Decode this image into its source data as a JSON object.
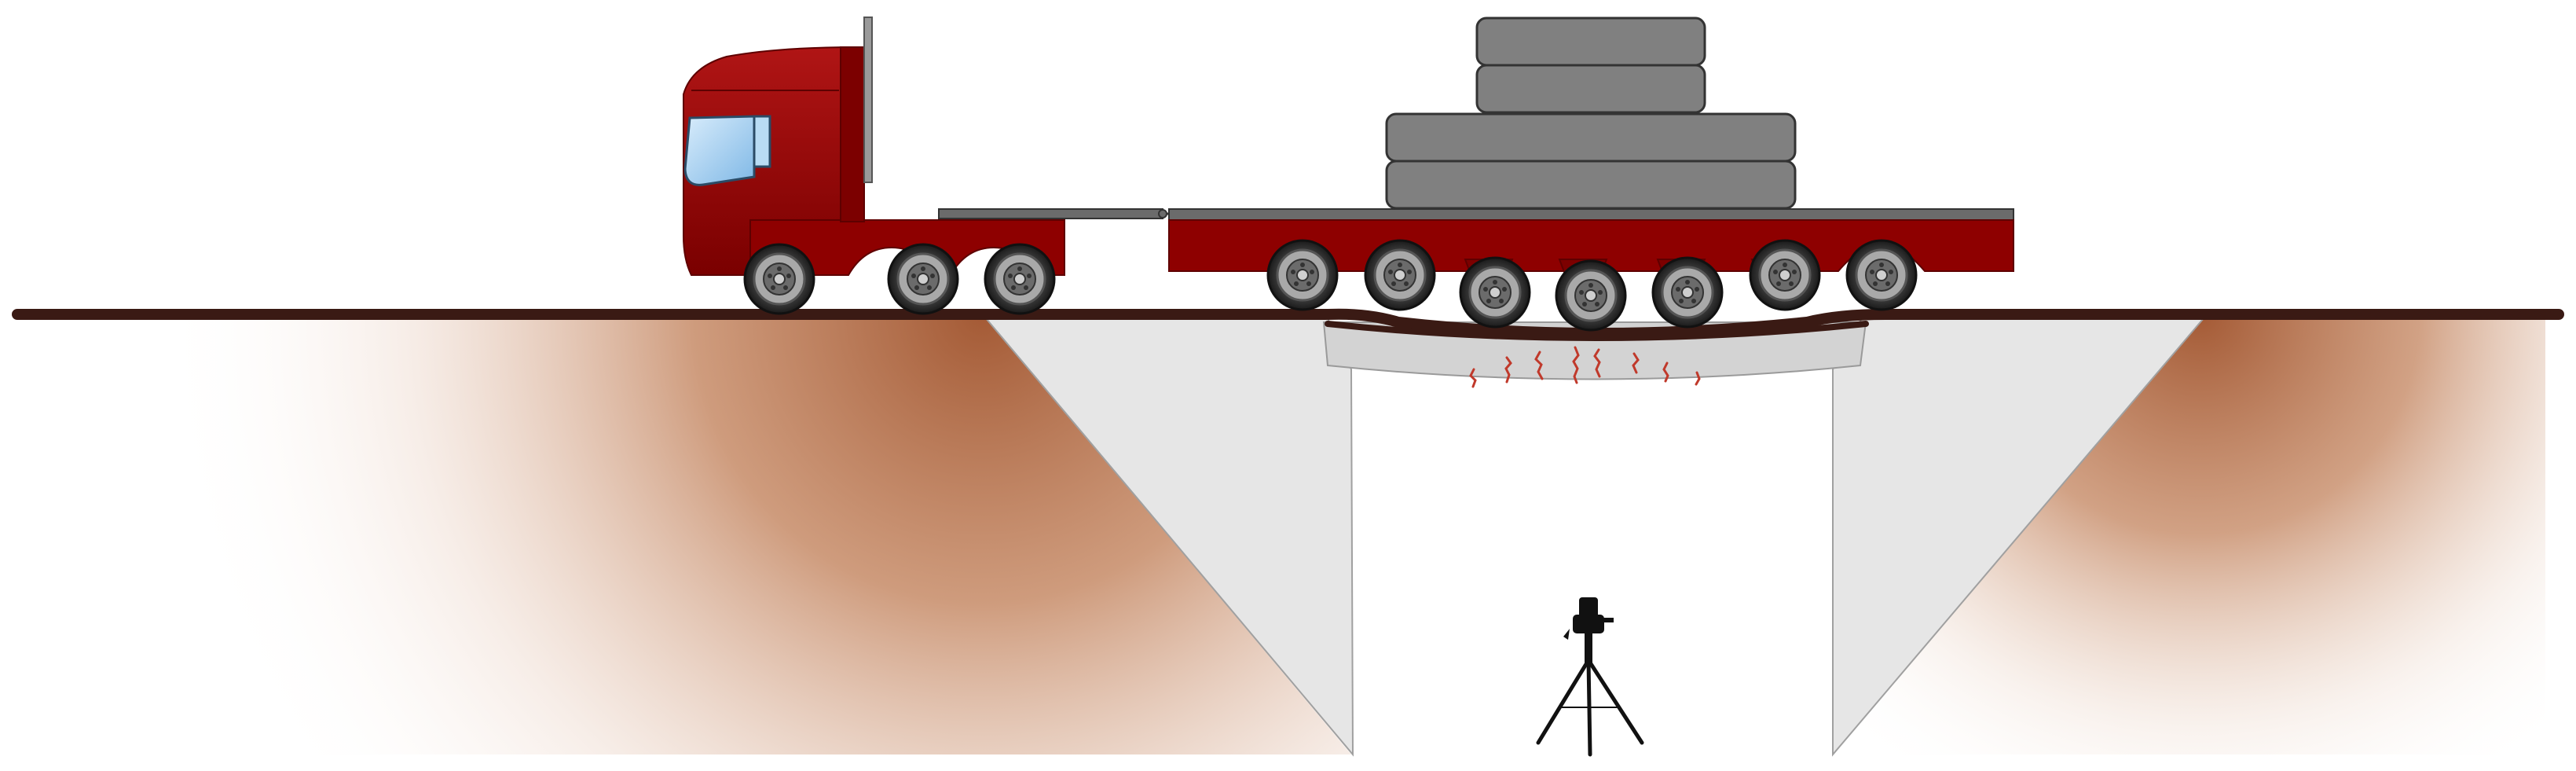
{
  "scene": {
    "title": "",
    "colors": {
      "vehicle_red": "#8e0000",
      "vehicle_red_dark": "#5e0000",
      "cargo_gray": "#808080",
      "road": "#3a1a14",
      "soil": "#b07050",
      "abutment": "#e8e8e8",
      "crack": "#c0392b",
      "window": "#a8d4f5"
    },
    "elements": [
      "ground-road",
      "soil-left",
      "soil-right",
      "bridge-abutment-left",
      "bridge-abutment-right",
      "bridge-deck",
      "deflected-road",
      "deck-cracks",
      "truck-tractor",
      "truck-cab",
      "truck-window",
      "exhaust-stack",
      "gooseneck-coupling",
      "trailer-bed",
      "trailer-wheels",
      "cargo-slabs",
      "camera-tripod"
    ],
    "tractor_wheel_count": 3,
    "trailer_wheel_count": 7,
    "cargo_slab_count": 4
  }
}
